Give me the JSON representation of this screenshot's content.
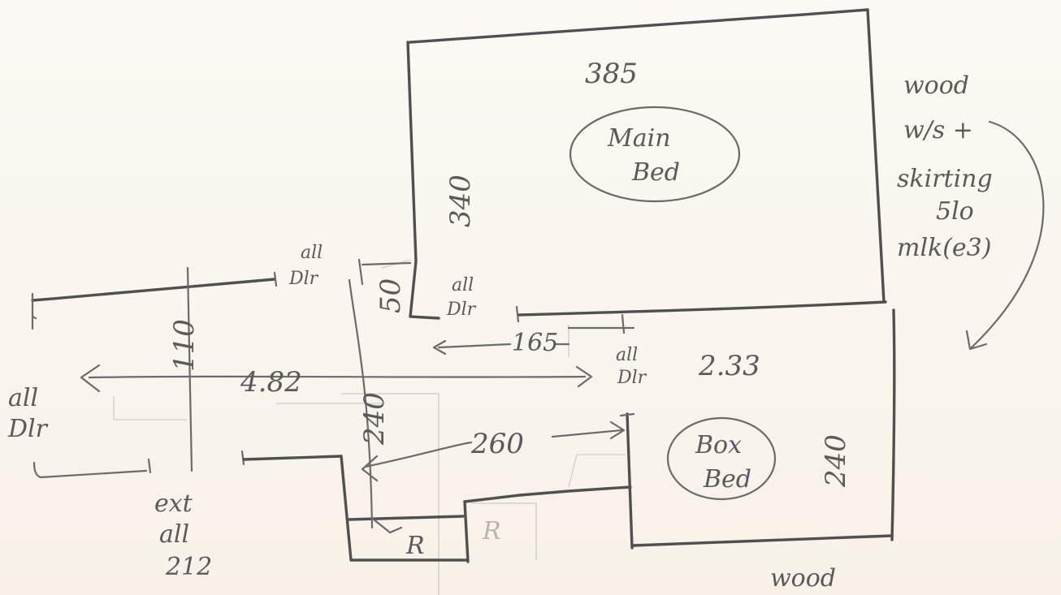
{
  "main_room": {
    "width_label": "385",
    "depth_label": "340",
    "bed_label_line1": "Main",
    "bed_label_line2": "Bed"
  },
  "second_room": {
    "area_label": "2.33",
    "depth_label": "240",
    "width_label": "260",
    "bed_label_line1": "Box",
    "bed_label_line2": "Bed"
  },
  "notes": {
    "floor_note_line1": "wood",
    "floor_note_line2": "w/s +",
    "floor_note_line3": "skirting",
    "floor_note_line4": "5lo",
    "floor_note_line5": "mlk(e3)",
    "bottom_floor_note": "wood"
  },
  "hall": {
    "length_label": "4.82",
    "height_label": "110",
    "stair_label": "240",
    "gap_label": "50",
    "landing_label": "165"
  },
  "door_notes": {
    "label_a_line1": "all",
    "label_a_line2": "Dlr",
    "label_b_line1": "all",
    "label_b_line2": "Dlr",
    "label_c_line1": "all",
    "label_c_line2": "Dlr",
    "label_d_line1": "all",
    "label_d_line2": "Dlr"
  },
  "exterior": {
    "line1": "ext",
    "line2": "all",
    "line3": "212"
  },
  "small_rooms": {
    "left_label": "R",
    "right_label": "R"
  }
}
